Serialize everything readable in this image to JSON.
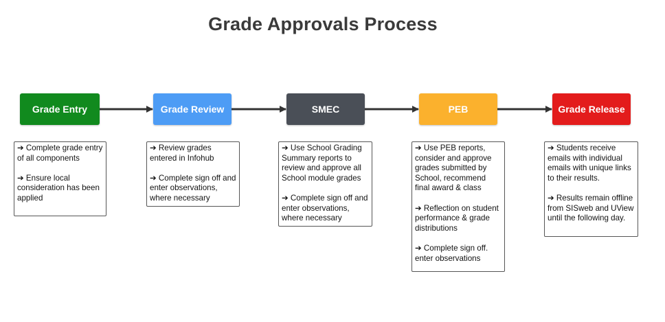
{
  "title": "Grade Approvals Process",
  "stages": [
    {
      "label": "Grade Entry",
      "color": "#118a1e",
      "notes": [
        "➔ Complete grade entry of all components",
        "➔ Ensure local consideration has been applied"
      ]
    },
    {
      "label": "Grade Review",
      "color": "#4d9cf5",
      "notes": [
        "➔ Review grades entered in Infohub",
        "➔ Complete sign off and enter observations, where necessary"
      ]
    },
    {
      "label": "SMEC",
      "color": "#4a4f57",
      "notes": [
        "➔ Use School Grading Summary reports to review and approve all School module grades",
        "➔ Complete sign off and enter observations, where necessary"
      ]
    },
    {
      "label": "PEB",
      "color": "#fbb12d",
      "notes": [
        "➔ Use PEB reports, consider and approve grades submitted by School, recommend final award & class",
        "➔ Reflection on student performance & grade distributions",
        "➔ Complete sign off. enter observations"
      ]
    },
    {
      "label": "Grade Release",
      "color": "#e31c1c",
      "notes": [
        "➔ Students receive emails with individual emails with unique links to their results.",
        "➔ Results remain offline from SISweb and UView until the following day."
      ]
    }
  ],
  "connector_color": "#333333"
}
